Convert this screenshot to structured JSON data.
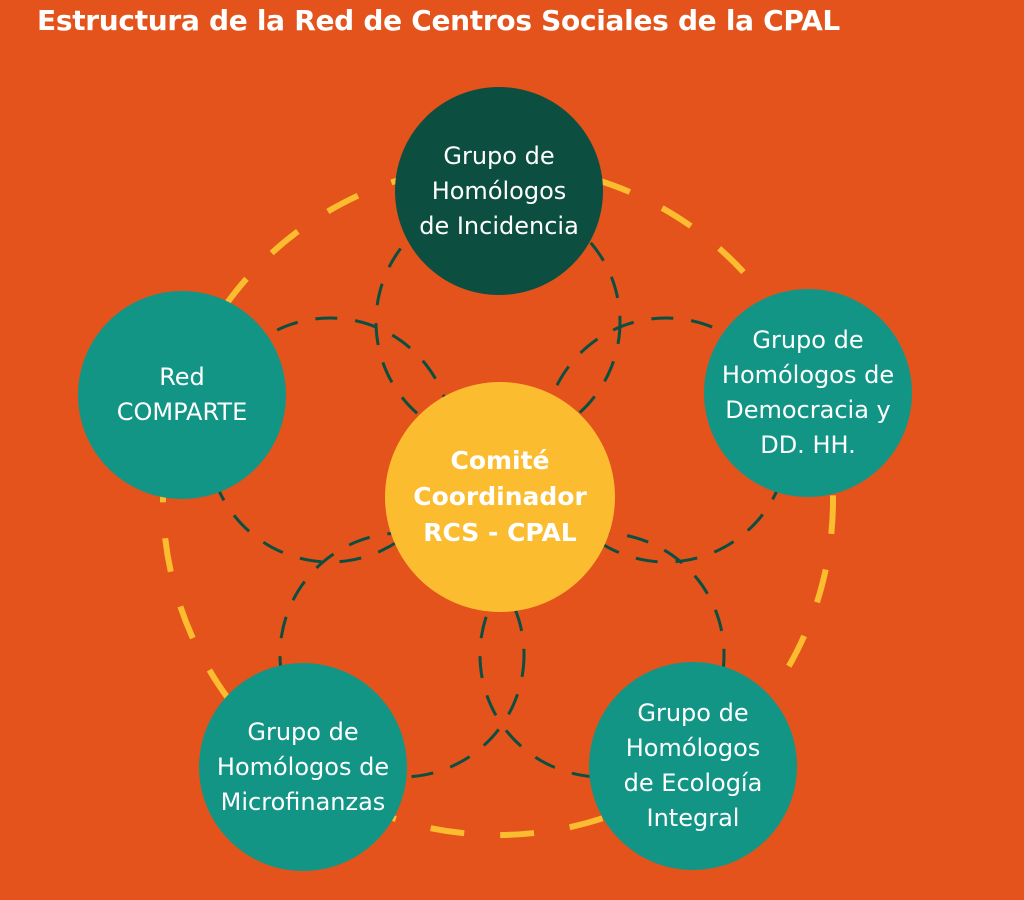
{
  "title": "Estructura de la Red de Centros Sociales de la CPAL",
  "colors": {
    "background": "#e3531b",
    "teal": "#139586",
    "dark_green": "#0c4f41",
    "yellow": "#fbbd2f"
  },
  "center": {
    "lines": [
      "Comité",
      "Coordinador",
      "RCS - CPAL"
    ]
  },
  "nodes": {
    "top": {
      "lines": [
        "Grupo de",
        "Homólogos",
        "de Incidencia"
      ]
    },
    "left": {
      "lines": [
        "Red",
        "COMPARTE"
      ]
    },
    "right": {
      "lines": [
        "Grupo de",
        "Homólogos de",
        "Democracia y",
        "DD. HH."
      ]
    },
    "bottom_left": {
      "lines": [
        "Grupo de",
        "Homólogos de",
        "Microfinanzas"
      ]
    },
    "bottom_right": {
      "lines": [
        "Grupo de",
        "Homólogos",
        "de Ecología",
        "Integral"
      ]
    }
  }
}
